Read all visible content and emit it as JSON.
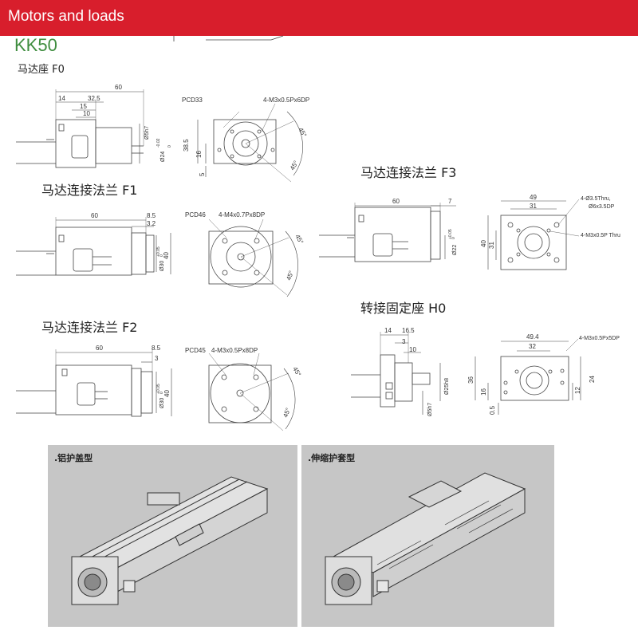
{
  "header": {
    "title": "Motors and loads",
    "bg_color": "#d81e2c"
  },
  "model": {
    "code": "KK50",
    "color": "#3f8d3f"
  },
  "f0": {
    "title": "马达座 F0",
    "dims": {
      "total": "60",
      "a": "14",
      "b": "32.5",
      "c": "15",
      "d": "10",
      "shaft": "Ø5h7",
      "boss": "Ø24",
      "boss_tol_top": "-0.02",
      "boss_tol_bot": "0",
      "h1": "38.5",
      "h2": "16",
      "h3": "5"
    },
    "pcd": "PCD33",
    "holes": "4-M3x0.5Px6DP",
    "angle1": "45°",
    "angle2": "45°"
  },
  "f1": {
    "title": "马达连接法兰 F1",
    "dims": {
      "total": "60",
      "a": "8.5",
      "b": "3.2",
      "bore": "Ø30",
      "tol_top": "+0.05",
      "tol_bot": "0",
      "sq": "40"
    },
    "pcd": "PCD46",
    "holes": "4-M4x0.7Px8DP",
    "angle1": "45°",
    "angle2": "45°"
  },
  "f2": {
    "title": "马达连接法兰 F2",
    "dims": {
      "total": "60",
      "a": "8.5",
      "b": "3",
      "bore": "Ø30",
      "tol_top": "+0.05",
      "tol_bot": "0",
      "sq": "40"
    },
    "pcd": "PCD45",
    "holes": "4-M3x0.5Px8DP",
    "angle1": "45°",
    "angle2": "45°"
  },
  "f3": {
    "title": "马达连接法兰 F3",
    "dims": {
      "total": "60",
      "a": "7",
      "bore": "Ø22",
      "tol_top": "+0.05",
      "tol_bot": "0",
      "w1": "49",
      "w2": "31",
      "h1": "40",
      "h2": "31"
    },
    "holes1": "4-Ø3.5Thru,",
    "holes1b": "Ø6x3.5DP",
    "holes2": "4-M3x0.5P Thru"
  },
  "h0": {
    "title": "转接固定座 H0",
    "dims": {
      "a": "14",
      "b": "16.5",
      "c": "3",
      "d": "10",
      "shaft1": "Ø25h8",
      "shaft2": "Ø5h7",
      "w1": "49.4",
      "w2": "32",
      "h1": "36",
      "h2": "16",
      "h3": "0.5",
      "v1": "24",
      "v2": "12"
    },
    "holes": "4-M3x0.5Px5DP"
  },
  "photos": [
    {
      "label": ".铝护盖型"
    },
    {
      "label": ".伸缩护套型"
    }
  ]
}
